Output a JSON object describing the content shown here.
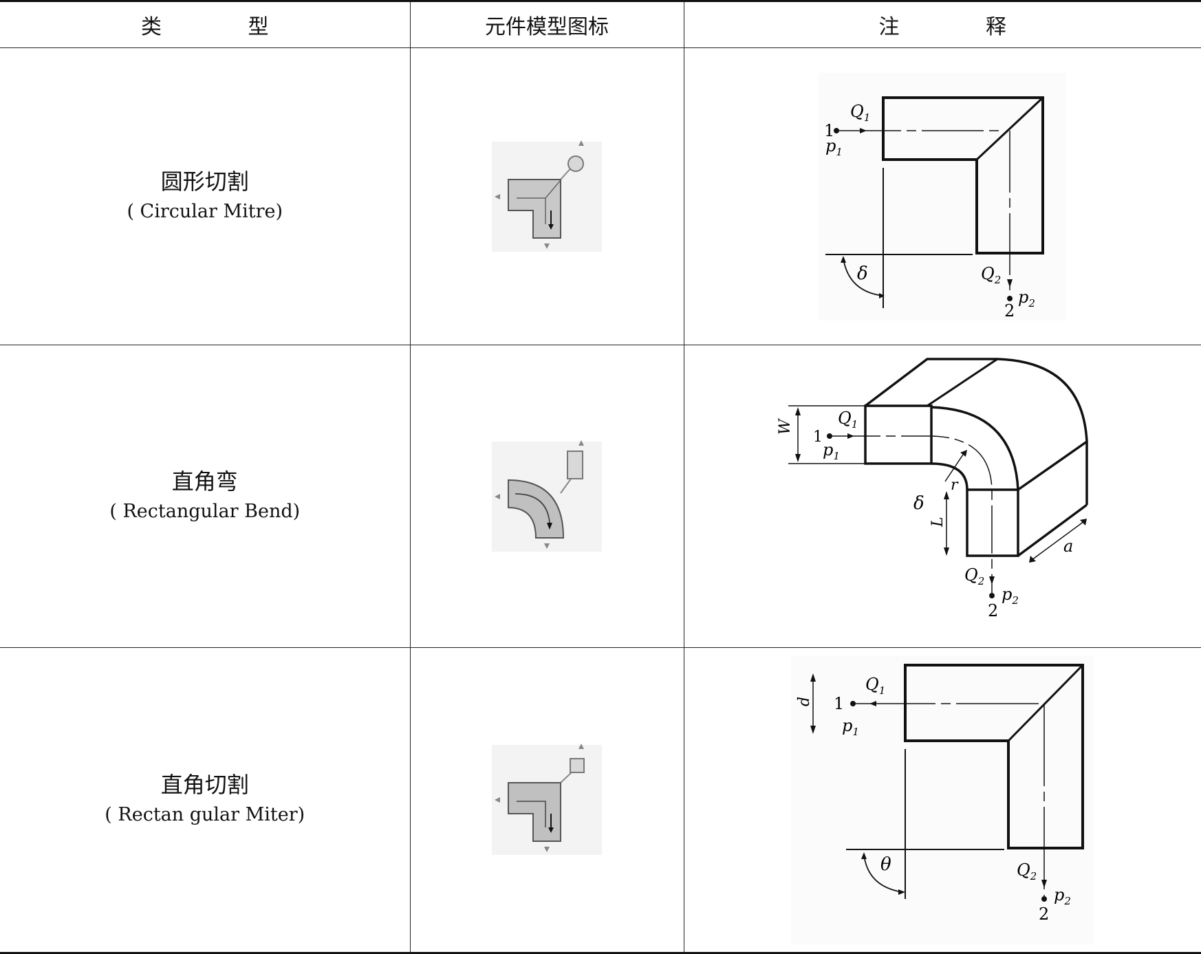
{
  "header": {
    "col_type": "类 型",
    "col_icon": "元件模型图标",
    "col_note": "注 释"
  },
  "rows": [
    {
      "name_cn": "圆形切割",
      "name_en": "( Circular Mitre)",
      "icon": "circular-mitre-icon",
      "note_labels": {
        "inlet": "1",
        "outlet": "2",
        "q1": "Q1",
        "q2": "Q2",
        "p1": "p1",
        "p2": "p2",
        "angle": "δ"
      }
    },
    {
      "name_cn": "直角弯",
      "name_en": "( Rectangular Bend)",
      "icon": "rectangular-bend-icon",
      "note_labels": {
        "inlet": "1",
        "outlet": "2",
        "q1": "Q1",
        "q2": "Q2",
        "p1": "p1",
        "p2": "p2",
        "angle": "δ",
        "width": "W",
        "radius": "r",
        "length": "L",
        "depth": "a"
      }
    },
    {
      "name_cn": "直角切割",
      "name_en": "( Rectan gular Miter)",
      "icon": "rectangular-miter-icon",
      "note_labels": {
        "inlet": "1",
        "outlet": "2",
        "q1": "Q1",
        "q2": "Q2",
        "p1": "p1",
        "p2": "p2",
        "angle": "θ",
        "diameter": "d"
      }
    }
  ],
  "colors": {
    "icon_fill": "#c8c8c8",
    "icon_stroke": "#555555",
    "line": "#111111"
  }
}
